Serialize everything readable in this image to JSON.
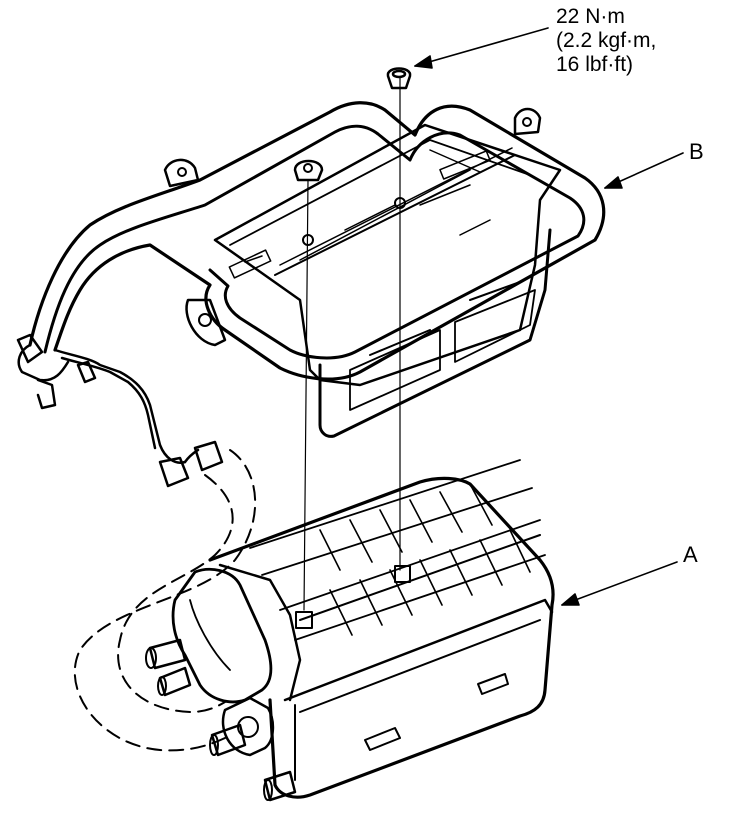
{
  "torque_spec": {
    "value": "22 N·m",
    "line2": "(2.2 kgf·m,",
    "line3": "16 lbf·ft)"
  },
  "callouts": {
    "a": "A",
    "b": "B"
  },
  "colors": {
    "line": "#000000",
    "background": "#ffffff"
  }
}
